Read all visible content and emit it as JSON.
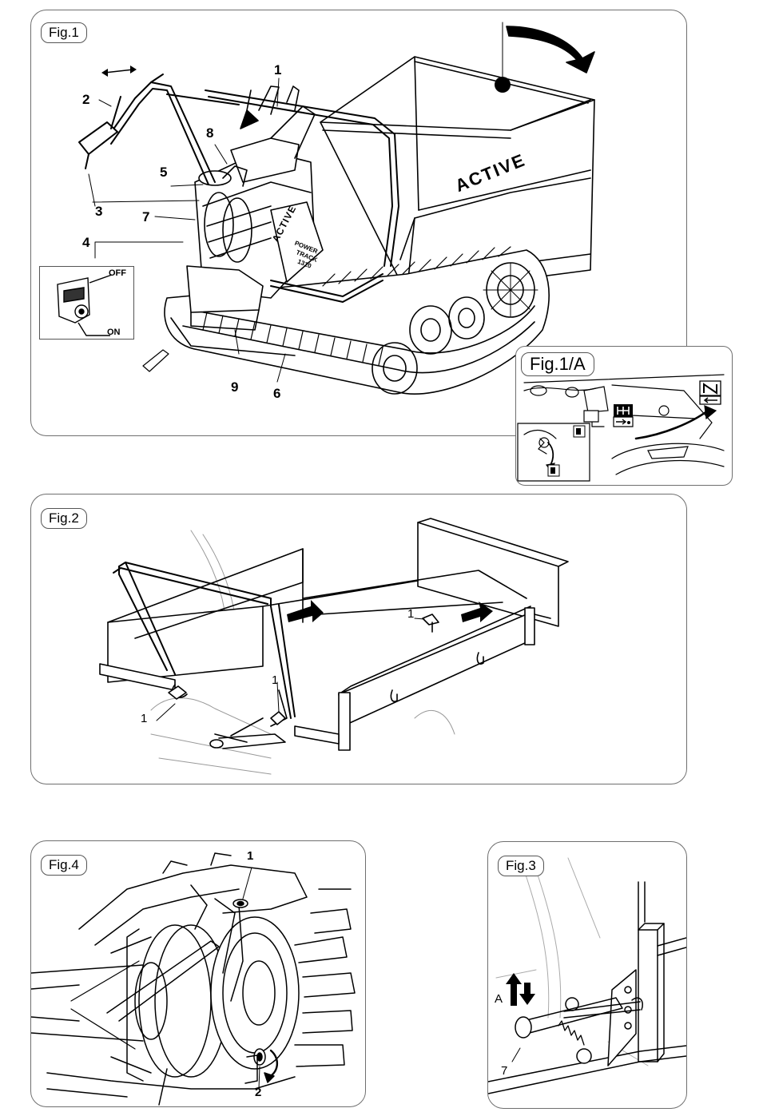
{
  "fig1": {
    "label": "Fig.1",
    "callouts": [
      "1",
      "2",
      "3",
      "4",
      "5",
      "6",
      "7",
      "8",
      "9"
    ],
    "switch": {
      "off": "OFF",
      "on": "ON"
    },
    "brand": "ACTIVE",
    "engine_brand": "ACTIVE",
    "cover_text": [
      "POWER",
      "TRACK",
      "1310"
    ],
    "inset": {
      "label": "Fig.1/A"
    }
  },
  "fig2": {
    "label": "Fig.2",
    "callouts": [
      "1",
      "1",
      "1"
    ]
  },
  "fig3": {
    "label": "Fig.3",
    "callouts": [
      "A",
      "7"
    ]
  },
  "fig4": {
    "label": "Fig.4",
    "callouts": [
      "1",
      "2"
    ]
  }
}
